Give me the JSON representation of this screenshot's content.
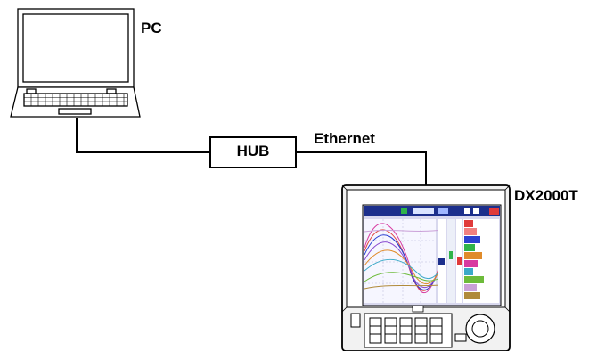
{
  "labels": {
    "pc": "PC",
    "hub": "HUB",
    "ethernet": "Ethernet",
    "recorder": "DX2000T"
  },
  "colors": {
    "line": "#000000",
    "screen_background": "#d8d8ee",
    "status_bar": "#1c2f8c",
    "device_body": "#f2f2f2"
  },
  "icons": {
    "pc": "laptop-icon",
    "recorder": "recorder-icon"
  }
}
